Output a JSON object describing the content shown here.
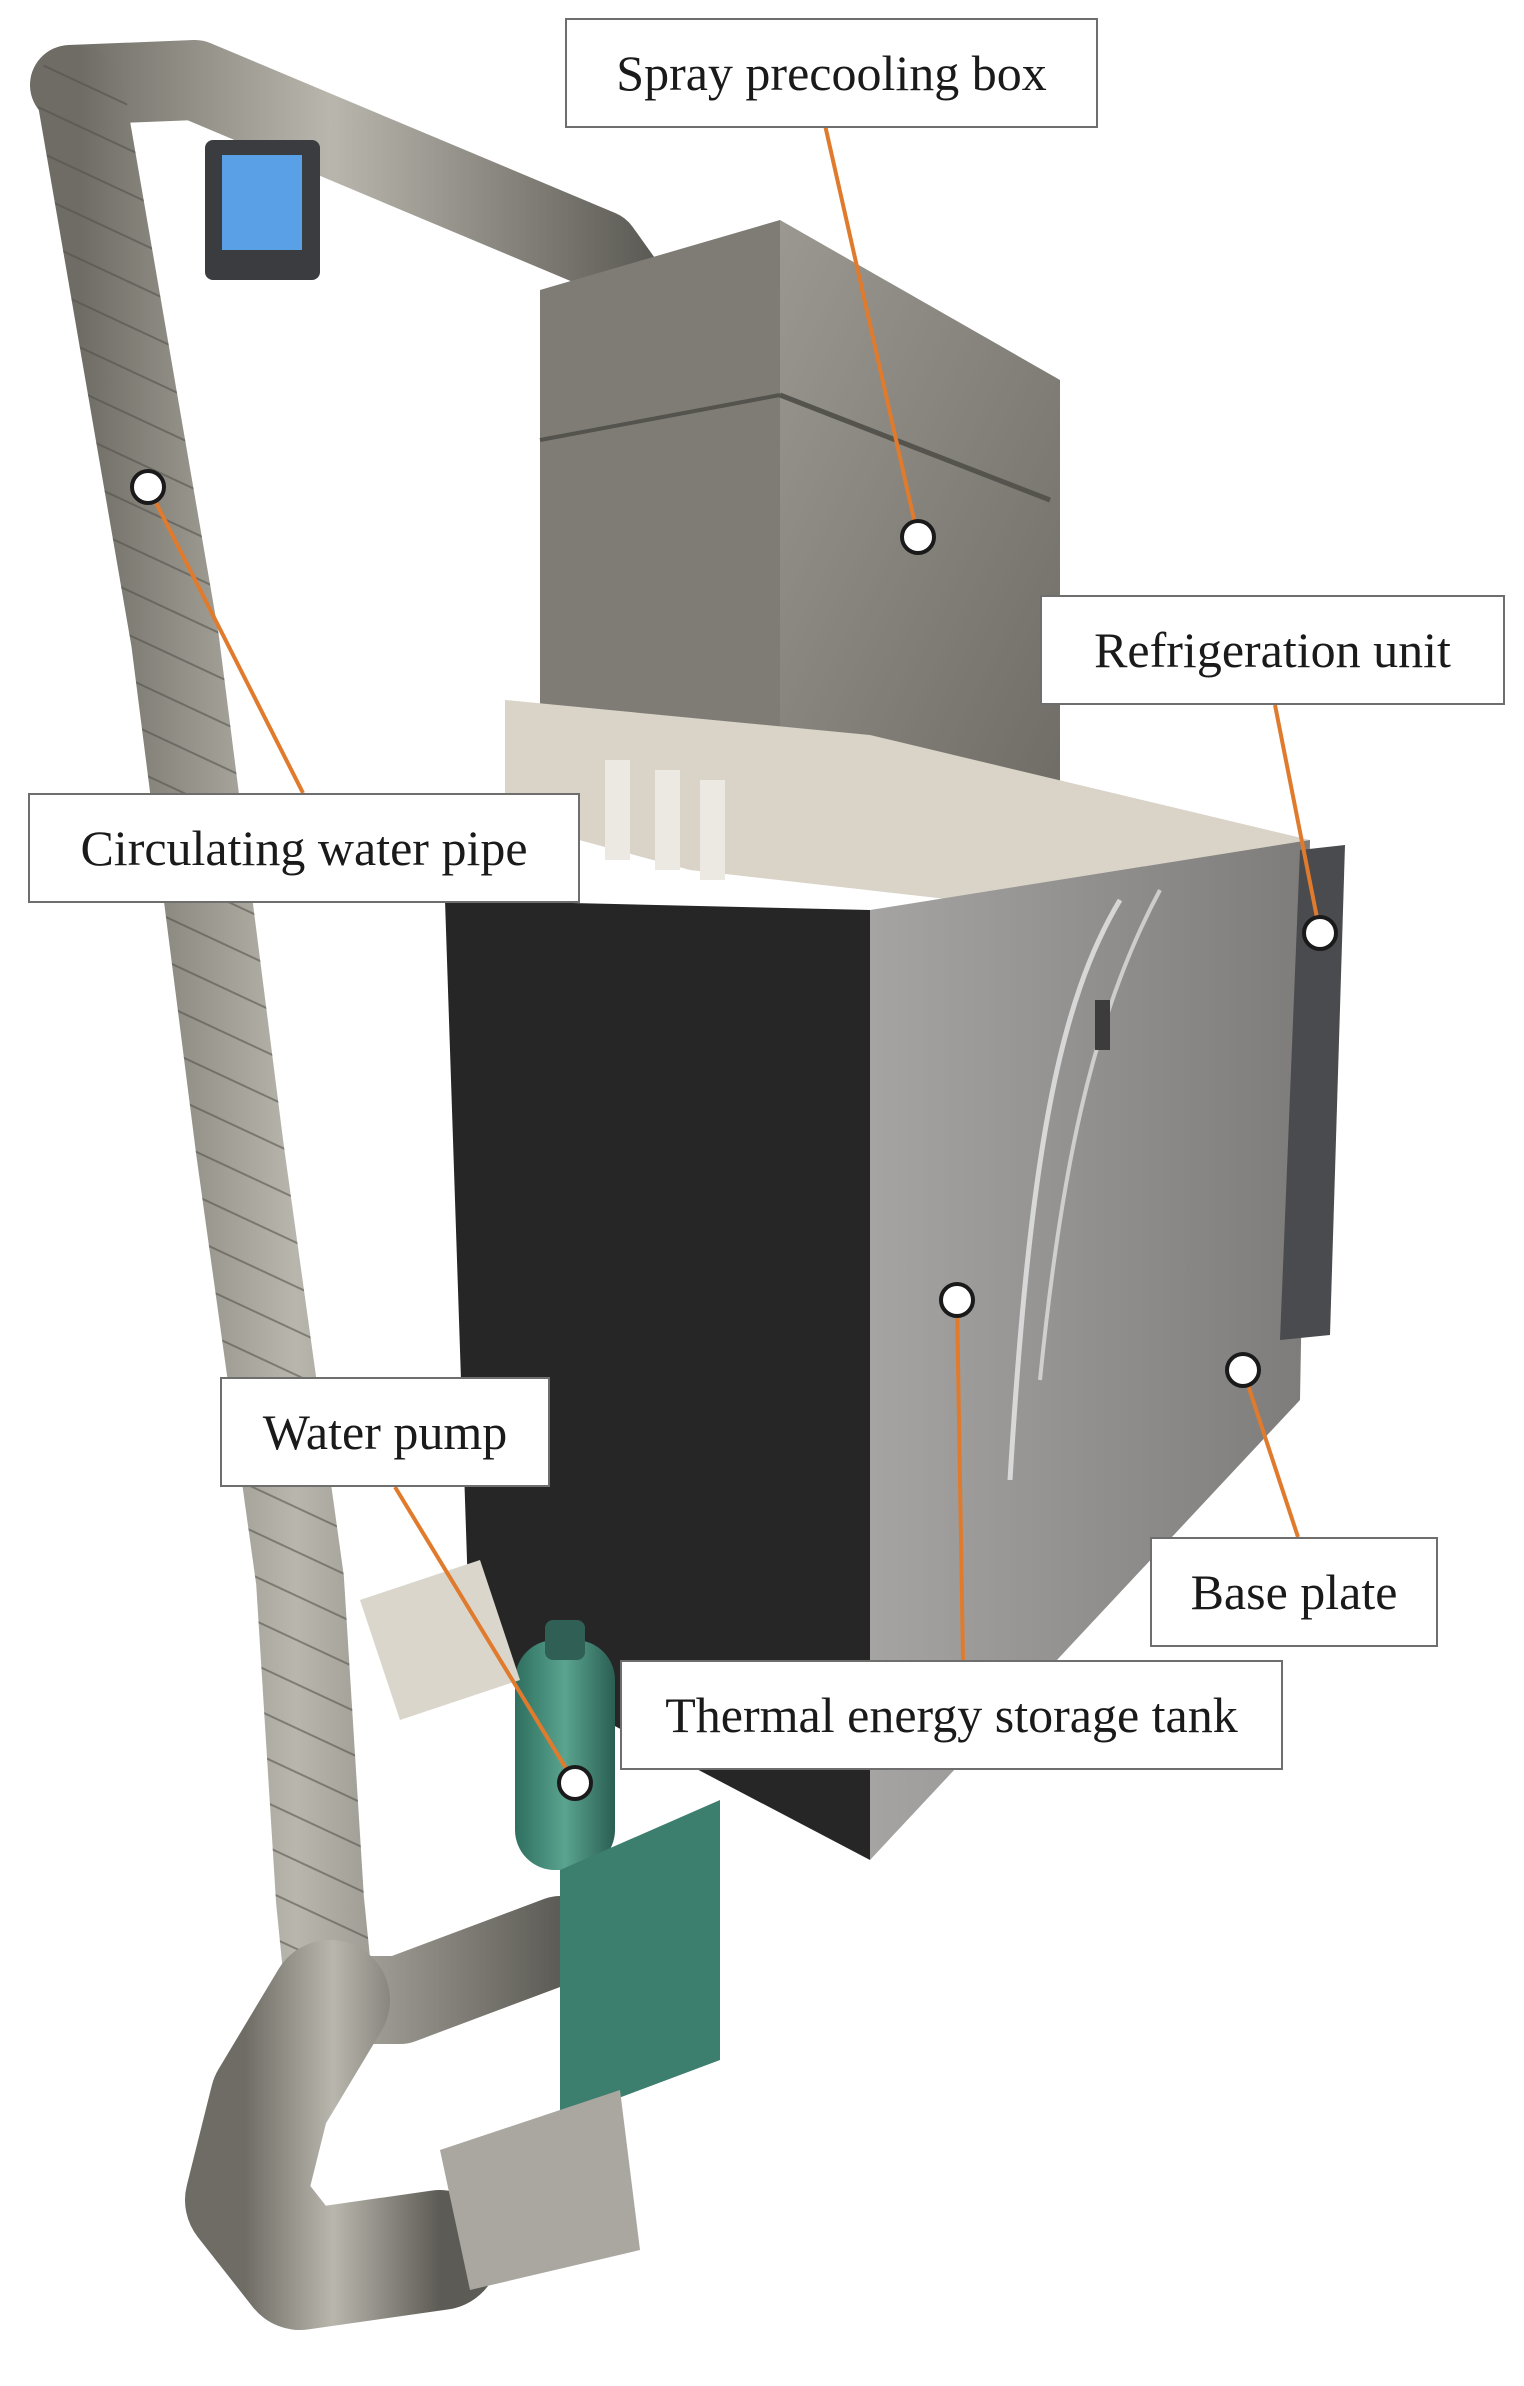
{
  "labels": {
    "spray_precooling_box": "Spray precooling box",
    "refrigeration_unit": "Refrigeration unit",
    "circulating_water_pipe": "Circulating water pipe",
    "water_pump": "Water pump",
    "base_plate": "Base plate",
    "thermal_energy_storage_tank": "Thermal energy storage tank"
  },
  "colors": {
    "leader_line": "#e07b2e",
    "insulation": "#8a8a80",
    "tank_front": "#252525",
    "tank_side": "#8f8e8c",
    "pump": "#3f8a78"
  }
}
